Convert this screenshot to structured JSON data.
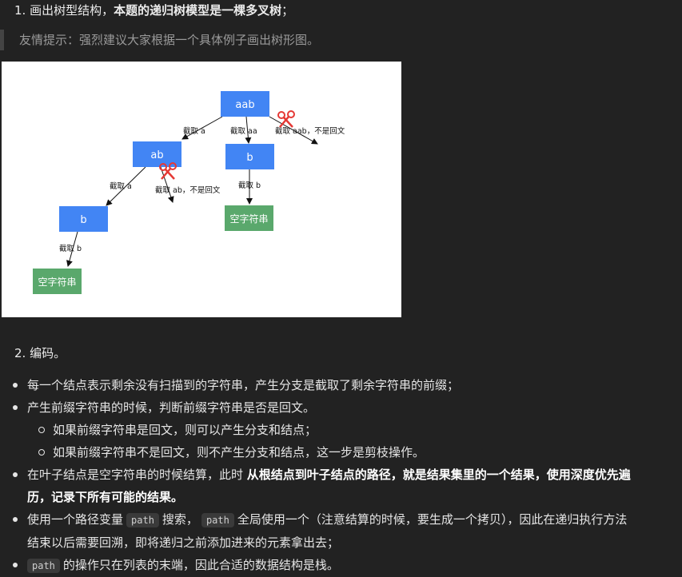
{
  "step1": {
    "prefix": "1. 画出树型结构，",
    "bold": "本题的递归树模型是一棵多叉树",
    "suffix": "；"
  },
  "tip": "友情提示：强烈建议大家根据一个具体例子画出树形图。",
  "diagram": {
    "nodes": {
      "root": "aab",
      "ab": "ab",
      "b_right": "b",
      "b_left": "b",
      "empty_right": "空字符串",
      "empty_left": "空字符串"
    },
    "edges": {
      "e1": "截取 a",
      "e2": "截取 aa",
      "e3": "截取 aab，不是回文",
      "e4": "截取 a",
      "e5": "截取 ab，不是回文",
      "e6": "截取 b",
      "e7": "截取 b"
    },
    "colors": {
      "blue_node": "#4285f4",
      "green_node": "#5aa86c",
      "scissors": "#e53935"
    }
  },
  "step2": "2. 编码。",
  "bullets": [
    {
      "text": "每一个结点表示剩余没有扫描到的字符串，产生分支是截取了剩余字符串的前缀；"
    },
    {
      "text": "产生前缀字符串的时候，判断前缀字符串是否是回文。"
    },
    {
      "text": "如果前缀字符串是回文，则可以产生分支和结点；"
    },
    {
      "text": "如果前缀字符串不是回文，则不产生分支和结点，这一步是剪枝操作。"
    },
    {
      "pre": "在叶子结点是空字符串的时候结算，此时 ",
      "bold1": "从根结点到叶子结点的路径，就是结果集里的一个结果，使用深度优先遍",
      "bold2": "历，记录下所有可能的结果。"
    },
    {
      "pre": "使用一个路径变量",
      "code1": "path",
      "mid": "搜索，",
      "code2": "path",
      "post": "全局使用一个（注意结算的时候，要生成一个拷贝），因此在递归执行方法",
      "line2": "结束以后需要回溯，即将递归之前添加进来的元素拿出去；"
    },
    {
      "code": "path",
      "post": "的操作只在列表的末端，因此合适的数据结构是栈。"
    }
  ]
}
